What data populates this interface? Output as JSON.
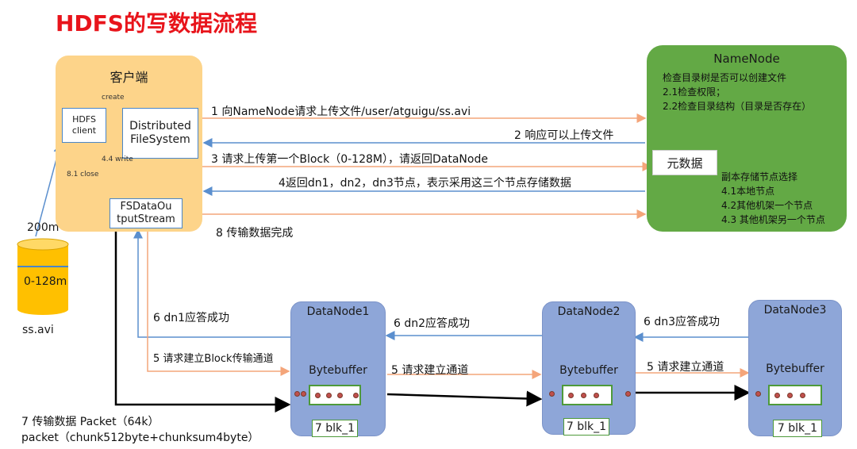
{
  "title": "HDFS的写数据流程",
  "client": {
    "title": "客户端",
    "hdfs_client_line1": "HDFS",
    "hdfs_client_line2": "client",
    "dfs_line1": "Distributed",
    "dfs_line2": "FileSystem",
    "fsdos_line1": "FSDataOu",
    "fsdos_line2": "tputStream",
    "create_label": "create",
    "write_label": "4.4 write",
    "close_label": "8.1 close"
  },
  "file": {
    "size_label": "200m",
    "block_label": "0-128m",
    "name": "ss.avi"
  },
  "namenode": {
    "title": "NameNode",
    "lines": [
      "检查目录树是否可以创建文件",
      "2.1检查权限；",
      "2.2检查目录结构（目录是否存在）"
    ],
    "metadata_label": "元数据",
    "replica_lines": [
      "副本存储节点选择",
      "4.1本地节点",
      "4.2其他机架一个节点",
      "4.3 其他机架另一个节点"
    ]
  },
  "steps": {
    "s1": "1 向NameNode请求上传文件/user/atguigu/ss.avi",
    "s2": "2 响应可以上传文件",
    "s3": "3 请求上传第一个Block（0-128M），请返回DataNode",
    "s4": "4返回dn1，dn2，dn3节点，表示采用这三个节点存储数据",
    "s8": "8 传输数据完成",
    "s6_dn1": "6 dn1应答成功",
    "s6_dn2": "6 dn2应答成功",
    "s6_dn3": "6 dn3应答成功",
    "s5_block": "5 请求建立Block传输通道",
    "s5_dn2": "5 请求建立通道",
    "s5_dn3": "5 请求建立通道",
    "s7_line1": "7 传输数据  Packet（64k）",
    "s7_line2": "packet（chunk512byte+chunksum4byte）"
  },
  "datanodes": [
    {
      "title": "DataNode1",
      "buffer_label": "Bytebuffer",
      "block": "7 blk_1"
    },
    {
      "title": "DataNode2",
      "buffer_label": "Bytebuffer",
      "block": "7 blk_1"
    },
    {
      "title": "DataNode3",
      "buffer_label": "Bytebuffer",
      "block": "7 blk_1"
    }
  ],
  "colors": {
    "title": "#e8141b",
    "client": "#fdd48a",
    "namenode": "#63a945",
    "datanode": "#8ea6d8",
    "request_arrow": "#f4a57a",
    "response_arrow": "#5b8fce",
    "data_arrow": "#000000"
  }
}
